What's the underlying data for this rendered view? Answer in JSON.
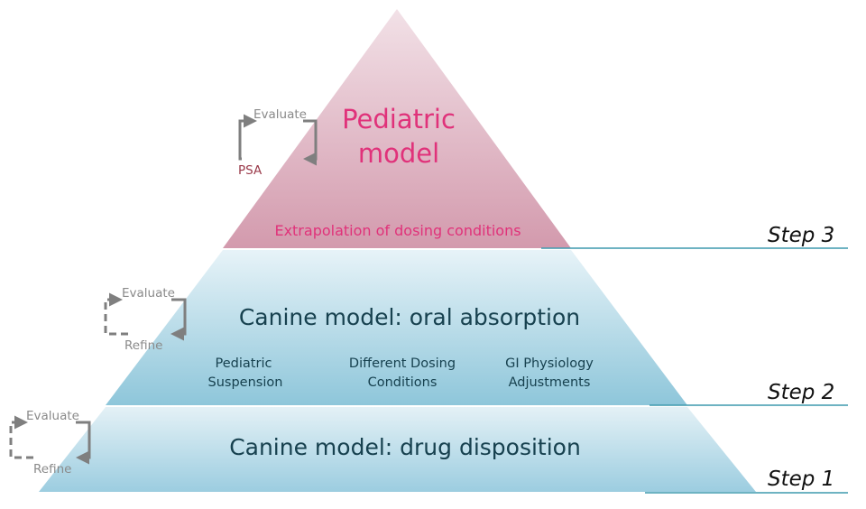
{
  "tiers": {
    "top": {
      "title_line1": "Pediatric",
      "title_line2": "model",
      "note": "Extrapolation of dosing conditions",
      "color": "#e0327a"
    },
    "middle": {
      "title": "Canine model: oral absorption",
      "items": [
        {
          "line1": "Pediatric",
          "line2": "Suspension"
        },
        {
          "line1": "Different Dosing",
          "line2": "Conditions"
        },
        {
          "line1": "GI Physiology",
          "line2": "Adjustments"
        }
      ]
    },
    "bottom": {
      "title": "Canine model: drug disposition"
    }
  },
  "loops": {
    "top": {
      "upper": "Evaluate",
      "lower": "PSA"
    },
    "middle": {
      "upper": "Evaluate",
      "lower": "Refine"
    },
    "bottom": {
      "upper": "Evaluate",
      "lower": "Refine"
    }
  },
  "steps": [
    "Step 3",
    "Step 2",
    "Step 1"
  ],
  "colors": {
    "pink_fill": "#d9a7b6",
    "blue_fill": "#a9d3e2",
    "step_line": "#3f9aae",
    "loop_gray": "#7f7f7f"
  }
}
